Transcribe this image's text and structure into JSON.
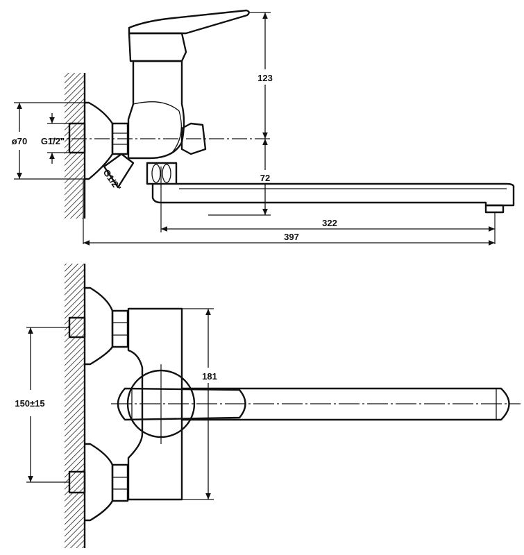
{
  "title": "Faucet dimensional drawing",
  "side_view": {
    "dim_height_upper": "123",
    "dim_height_lower": "72",
    "dim_flange_diameter": "ø70",
    "dim_thread_inlet": "G1/2\"",
    "dim_thread_outlet": "G1/2\"",
    "dim_spout_length": "322",
    "dim_total_length": "397"
  },
  "top_view": {
    "dim_body_height": "181",
    "dim_inlet_spacing": "150±15"
  }
}
